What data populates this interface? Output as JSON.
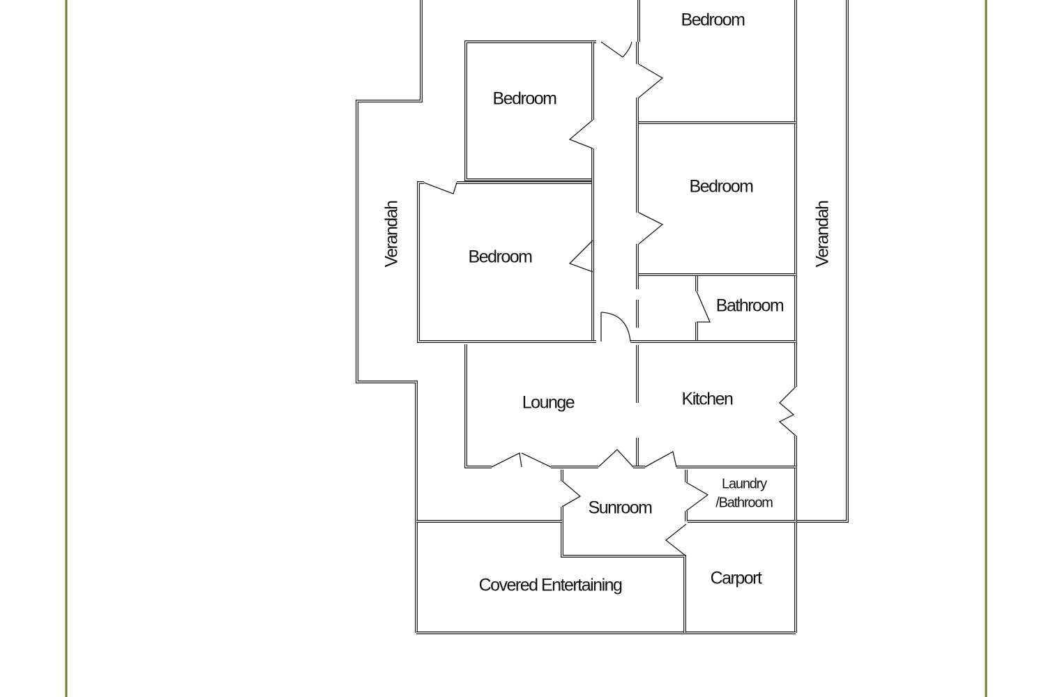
{
  "colors": {
    "frame": "#6b7f2a",
    "wall": "#1a1a1a",
    "background": "#ffffff"
  },
  "rooms": {
    "bedroom_top_right": "Bedroom",
    "bedroom_upper_left": "Bedroom",
    "bedroom_middle_right": "Bedroom",
    "bedroom_left": "Bedroom",
    "bathroom": "Bathroom",
    "lounge": "Lounge",
    "kitchen": "Kitchen",
    "laundry_line1": "Laundry",
    "laundry_line2": "/Bathroom",
    "sunroom": "Sunroom",
    "covered_entertaining": "Covered Entertaining",
    "carport": "Carport",
    "verandah_west": "Verandah",
    "verandah_east": "Verandah"
  }
}
